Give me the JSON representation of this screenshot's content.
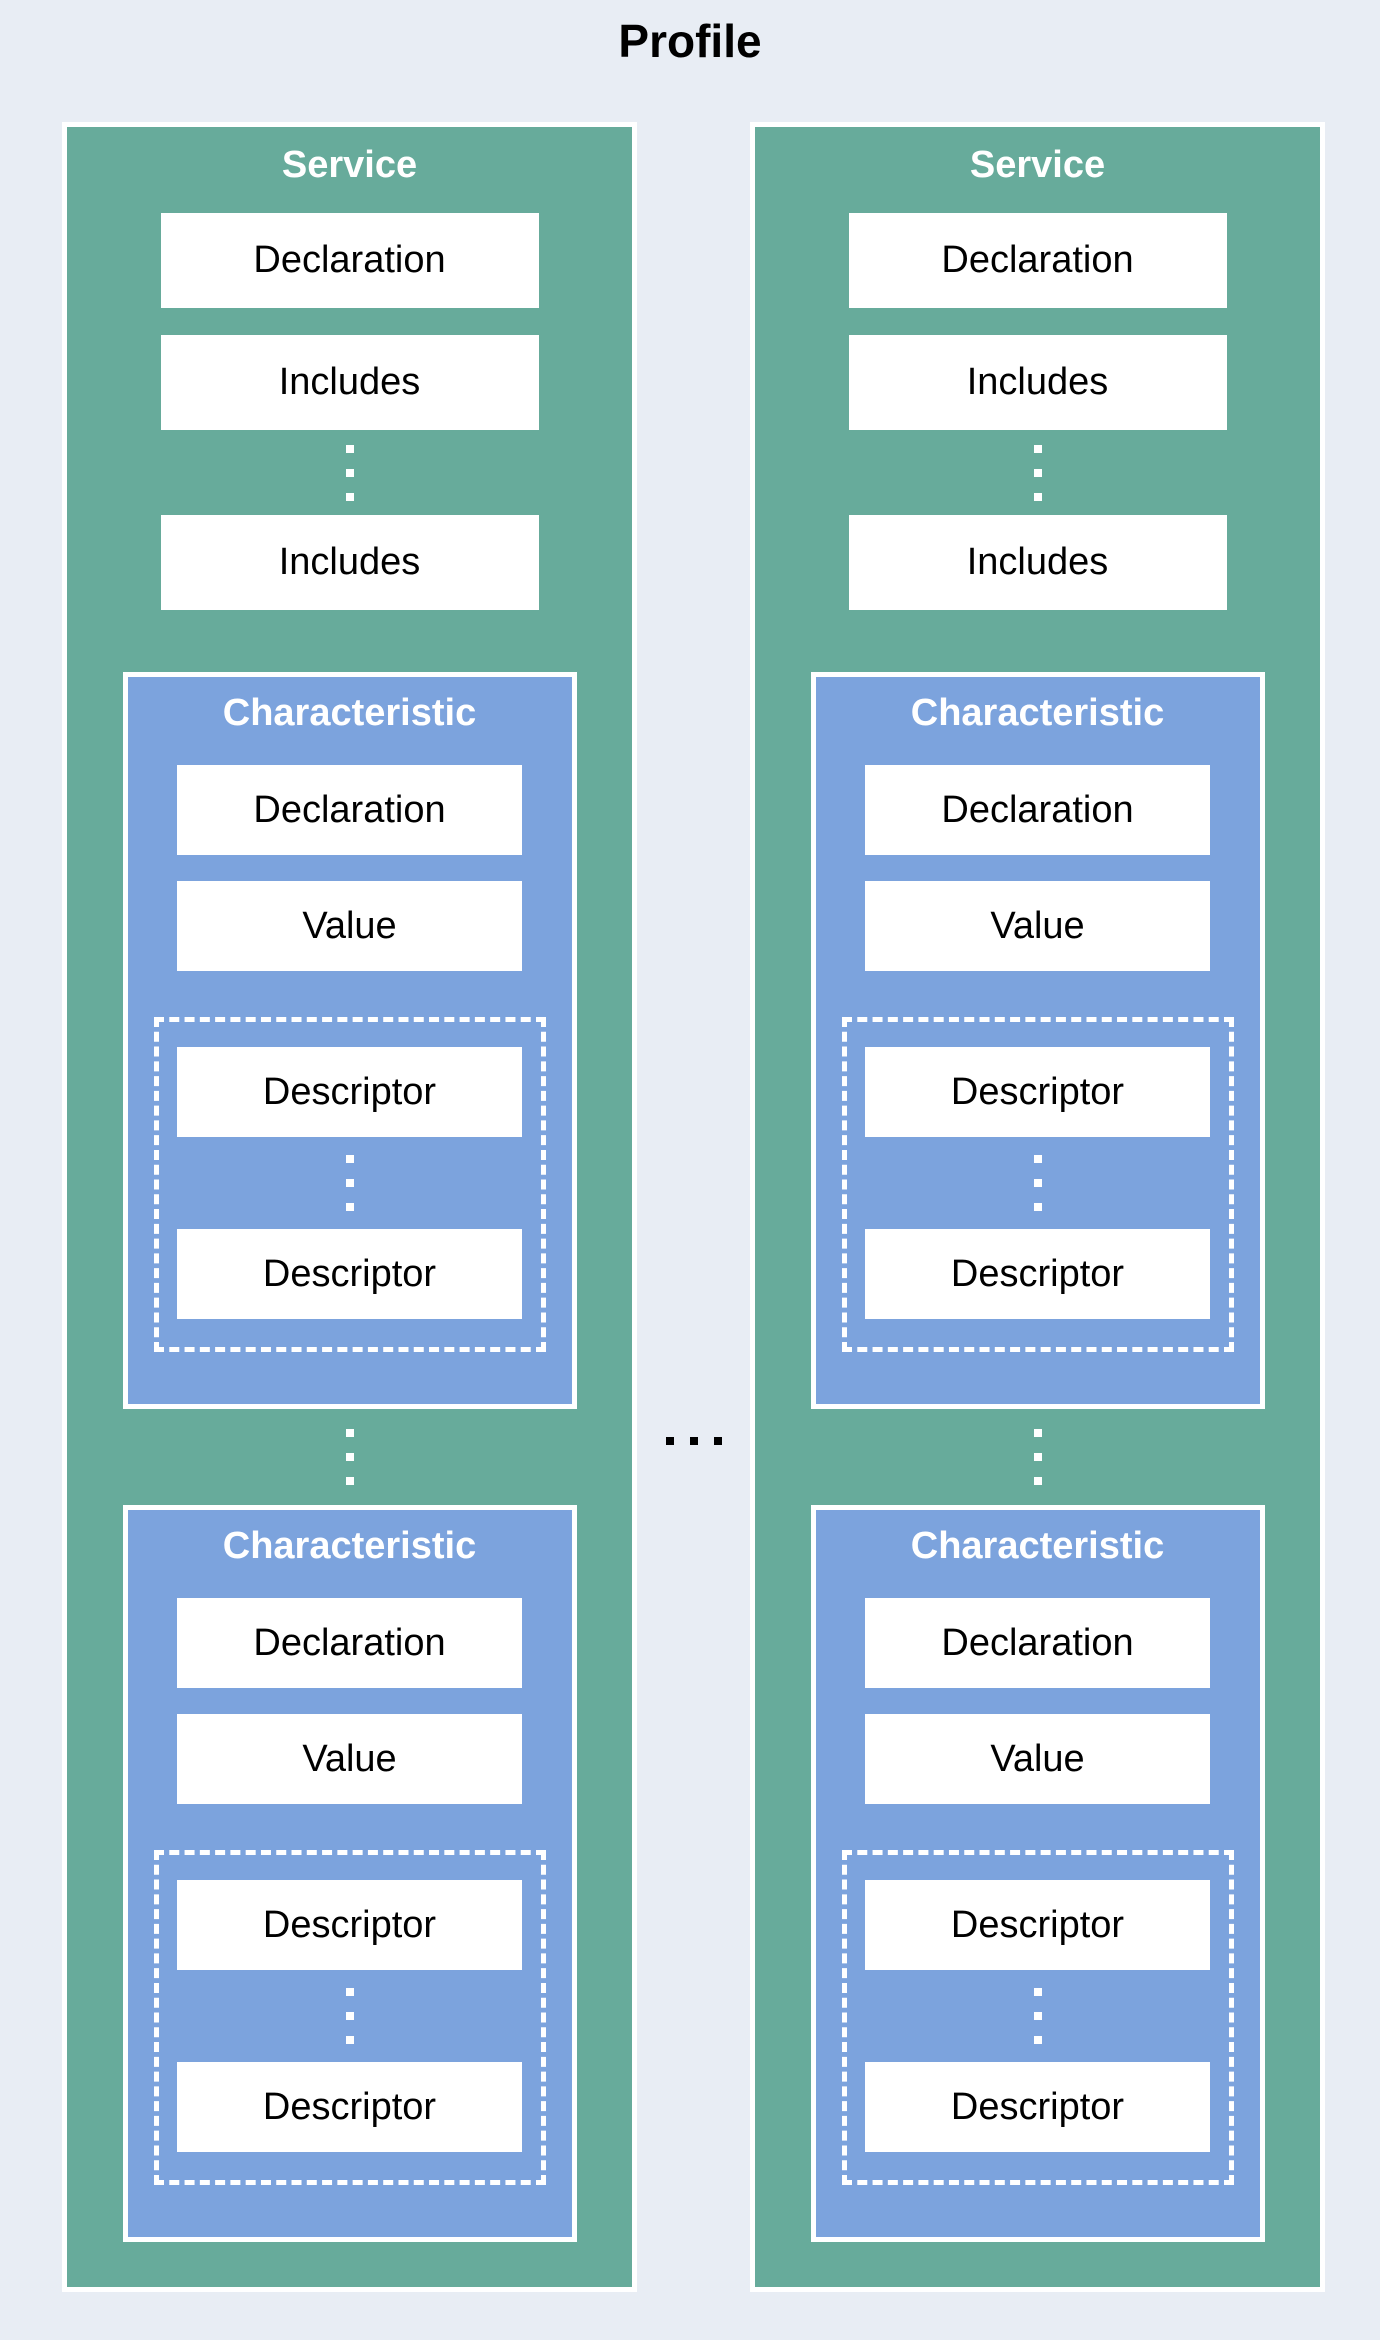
{
  "title": "Profile",
  "colors": {
    "background": "#e8edf4",
    "service_fill": "#67ab9b",
    "characteristic_fill": "#7ca3dd",
    "inner_box_fill": "#ffffff",
    "heading_text": "#ffffff",
    "label_text": "#000000",
    "border": "#ffffff"
  },
  "icons": {
    "vertical_ellipsis": "⋮",
    "horizontal_ellipsis": "…"
  },
  "services": [
    {
      "heading": "Service",
      "declaration": "Declaration",
      "includes_first": "Includes",
      "includes_last": "Includes",
      "characteristics": [
        {
          "heading": "Characteristic",
          "declaration": "Declaration",
          "value": "Value",
          "descriptor_first": "Descriptor",
          "descriptor_last": "Descriptor"
        },
        {
          "heading": "Characteristic",
          "declaration": "Declaration",
          "value": "Value",
          "descriptor_first": "Descriptor",
          "descriptor_last": "Descriptor"
        }
      ]
    },
    {
      "heading": "Service",
      "declaration": "Declaration",
      "includes_first": "Includes",
      "includes_last": "Includes",
      "characteristics": [
        {
          "heading": "Characteristic",
          "declaration": "Declaration",
          "value": "Value",
          "descriptor_first": "Descriptor",
          "descriptor_last": "Descriptor"
        },
        {
          "heading": "Characteristic",
          "declaration": "Declaration",
          "value": "Value",
          "descriptor_first": "Descriptor",
          "descriptor_last": "Descriptor"
        }
      ]
    }
  ]
}
